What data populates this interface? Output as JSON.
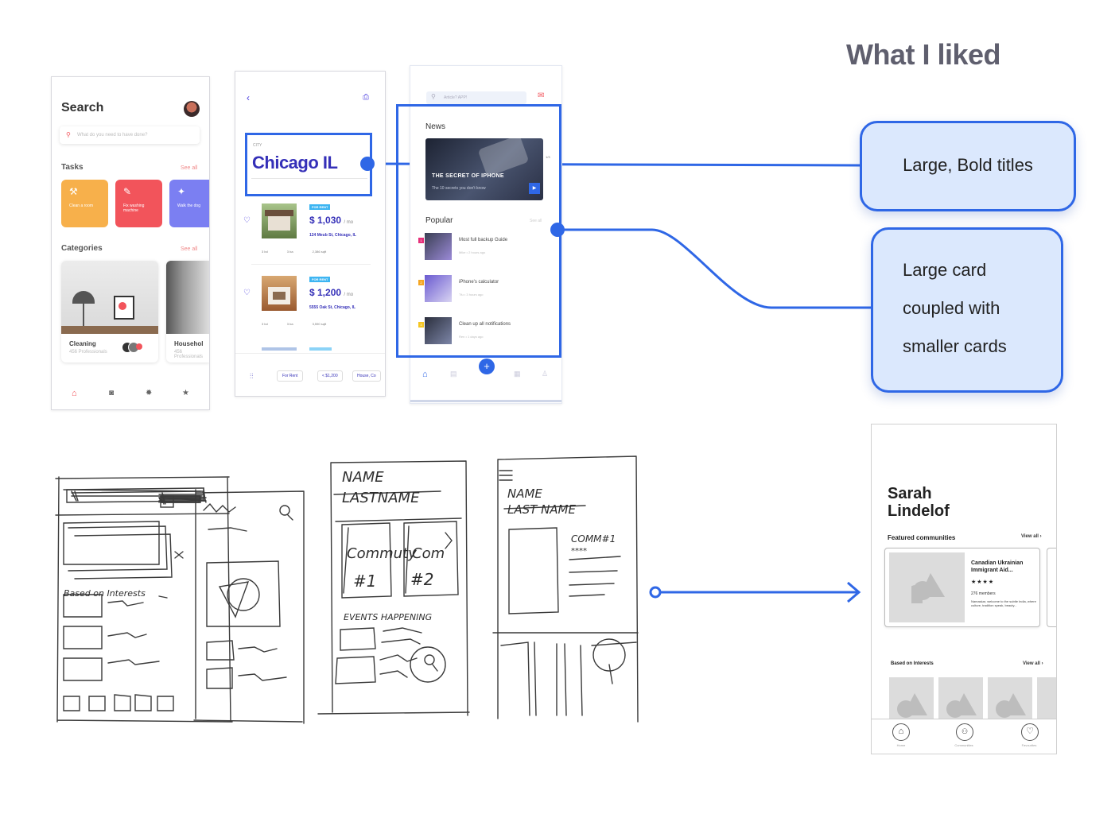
{
  "title": "What I liked",
  "callouts": {
    "c1": "Large, Bold titles",
    "c2_lines": [
      "Large card",
      "coupled with",
      "smaller cards"
    ]
  },
  "phone1": {
    "title": "Search",
    "search_placeholder": "What do you need to have done?",
    "tasks_label": "Tasks",
    "tasks_see_all": "See all",
    "task1": "Clean a room",
    "task2": "Fix washing machine",
    "task3": "Walk the dog",
    "categories_label": "Categories",
    "categories_see_all": "See all",
    "cat1": "Cleaning",
    "cat1_sub": "456 Professionals",
    "cat2": "Househol",
    "cat2_sub": "456 Professionals",
    "colors": {
      "orange": "#f7b04b",
      "red": "#f2545b",
      "purple": "#7b7ff2"
    }
  },
  "phone2": {
    "city_label": "CITY",
    "city": "Chicago IL",
    "badge": "FOR RENT",
    "price1": "$ 1,030",
    "per1": "/ mo",
    "addr1": "124 Meub St, Chicago, IL",
    "meta1": [
      "3 bd",
      "3 ba",
      "2,386 sqft"
    ],
    "price2": "$ 1,200",
    "per2": "/ mo",
    "addr2": "5555 Oak St, Chicago, IL",
    "meta2": [
      "3 bd",
      "3 ba",
      "3,590 sqft"
    ],
    "filters": [
      "For Rent",
      "< $1,200",
      "House, Co"
    ]
  },
  "phone3": {
    "search": "Article? APP!",
    "news_label": "News",
    "news_title": "THE SECRET OF IPHONE",
    "news_sub": "The 10 secrets you don't know",
    "news_count": "1/3",
    "popular_label": "Popular",
    "popular_see_all": "See all",
    "items": [
      {
        "num": "1",
        "title": "Most full backup Guide",
        "meta": "Mike  •  2 hours ago",
        "color": "#e6307a"
      },
      {
        "num": "2",
        "title": "iPhone's calculator",
        "meta": "Tfu  •  3 hours ago",
        "color": "#f5a623"
      },
      {
        "num": "3",
        "title": "Clean up all notifications",
        "meta": "Ren  •  1 days ago",
        "color": "#f5c623"
      }
    ]
  },
  "sketches": {
    "s2_label": "Based on Interests",
    "s3_name": "NAME",
    "s3_last": "LASTNAME",
    "s3_c1a": "Commuty",
    "s3_c1b": "#1",
    "s3_c2a": "Com",
    "s3_c2b": "#2",
    "s3_events": "EVENTS HAPPENING",
    "s4_name": "NAME",
    "s4_last": "LAST NAME",
    "s4_comm": "COMM#1"
  },
  "wireframe": {
    "name_line1": "Sarah",
    "name_line2": "Lindelof",
    "featured_label": "Featured communities",
    "featured_view_all": "View all",
    "card_title": "Canadian Ukrainian Immigrant Aid...",
    "card_stars": "★★★★",
    "card_members": "276 members",
    "card_desc": "Namaskar, welcome to the subtle India, where culture, tradition speak, beauty...",
    "interests_label": "Based on Interests",
    "interests_view_all": "View all",
    "nav": [
      "Home",
      "Communities",
      "Favourites"
    ]
  }
}
